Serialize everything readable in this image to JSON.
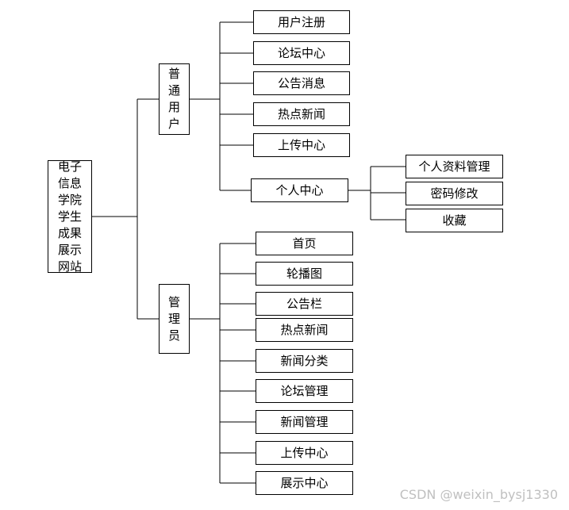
{
  "root": {
    "label_lines": [
      "电子",
      "信息",
      "学院",
      "学生",
      "成果",
      "展示",
      "网站"
    ]
  },
  "user": {
    "label_lines": [
      "普",
      "通",
      "用",
      "户"
    ],
    "items": [
      "用户注册",
      "论坛中心",
      "公告消息",
      "热点新闻",
      "上传中心",
      "个人中心"
    ],
    "personal": [
      "个人资料管理",
      "密码修改",
      "收藏"
    ]
  },
  "admin": {
    "label_lines": [
      "管",
      "理",
      "员"
    ],
    "items": [
      "首页",
      "轮播图",
      "公告栏",
      "热点新闻",
      "新闻分类",
      "论坛管理",
      "新闻管理",
      "上传中心",
      "展示中心"
    ]
  },
  "watermark": "CSDN @weixin_bysj1330"
}
